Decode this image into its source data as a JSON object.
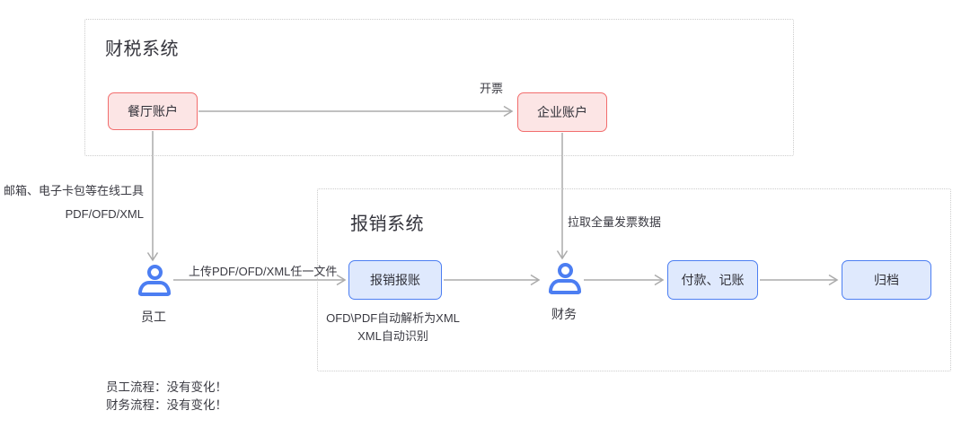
{
  "diagram": {
    "tax_system": {
      "title": "财税系统",
      "restaurant_account": "餐厅账户",
      "enterprise_account": "企业账户"
    },
    "reimbursement_system": {
      "title": "报销系统",
      "expense_claim": "报销报账",
      "payment_bookkeeping": "付款、记账",
      "archive": "归档",
      "expense_claim_notes": [
        "OFD\\PDF自动解析为XML",
        "XML自动识别"
      ]
    },
    "actors": {
      "employee": "员工",
      "finance": "财务"
    },
    "edge_labels": {
      "invoice": "开票",
      "online_tools": "邮箱、电子卡包等在线工具",
      "file_formats": "PDF/OFD/XML",
      "upload": "上传PDF/OFD/XML任一文件",
      "pull_invoices": "拉取全量发票数据"
    },
    "footnotes": [
      "员工流程：没有变化！",
      "财务流程：没有变化！"
    ],
    "colors": {
      "red_border": "#f26d6d",
      "red_fill": "#fce5e5",
      "blue_border": "#4c7ef2",
      "blue_fill": "#dfe9fd",
      "arrow": "#ababab",
      "container_border": "#cccccc",
      "text": "#333333"
    }
  }
}
